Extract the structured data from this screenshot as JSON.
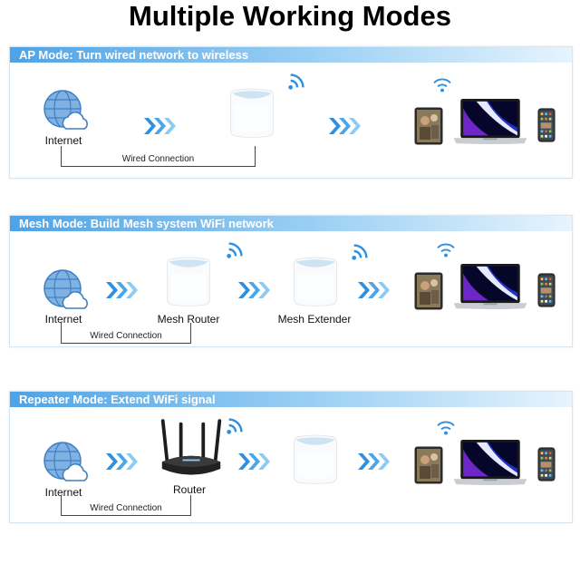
{
  "title": "Multiple Working Modes",
  "modes": [
    {
      "heading": "AP Mode: Turn wired network to wireless",
      "internet": "Internet",
      "wired": "Wired Connection"
    },
    {
      "heading": "Mesh Mode: Build Mesh system WiFi network",
      "internet": "Internet",
      "router": "Mesh Router",
      "extender": "Mesh Extender",
      "wired": "Wired Connection"
    },
    {
      "heading": "Repeater Mode: Extend WiFi signal",
      "internet": "Internet",
      "router": "Router",
      "wired": "Wired Connection"
    }
  ],
  "icons": [
    "globe-cloud-icon",
    "chevrons-icon",
    "wifi-icon",
    "mesh-node-icon",
    "tablet-icon",
    "laptop-icon",
    "phone-icon",
    "router-icon"
  ],
  "colors": {
    "banner": "#4da3e6",
    "chevron": "#2f8fe0",
    "wifi": "#2f8fe0",
    "node_top": "#dcecf6"
  }
}
